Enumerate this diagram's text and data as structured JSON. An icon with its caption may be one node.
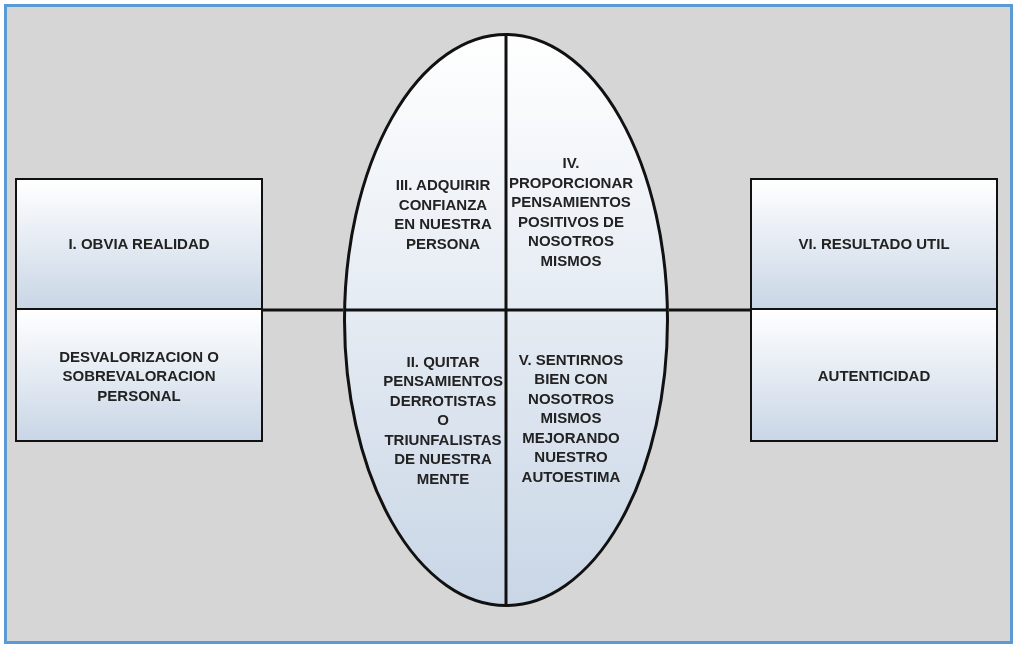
{
  "diagram": {
    "nodes": [
      {
        "text": [
          "I. OBVIA REALIDAD",
          "DESVALORIZACION O SOBREVALORACION PERSONAL"
        ]
      },
      {
        "text": [
          "III. ADQUIRIR CONFIANZA EN NUESTRA PERSONA",
          "IV. PROPORCIONAR PENSAMIENTOS POSITIVOS DE NOSOTROS MISMOS",
          "II. QUITAR PENSAMIENTOS DERROTISTAS O TRIUNFALISTAS DE NUESTRA MENTE",
          "V. SENTIRNOS BIEN CON NOSOTROS MISMOS MEJORANDO NUESTRO AUTOESTIMA"
        ]
      },
      {
        "text": [
          "VI. RESULTADO UTIL",
          "AUTENTICIDAD"
        ]
      }
    ],
    "edges": [
      {
        "from": 0,
        "to": 1,
        "arrow": "none"
      },
      {
        "from": 1,
        "to": 2,
        "arrow": "none"
      }
    ]
  }
}
